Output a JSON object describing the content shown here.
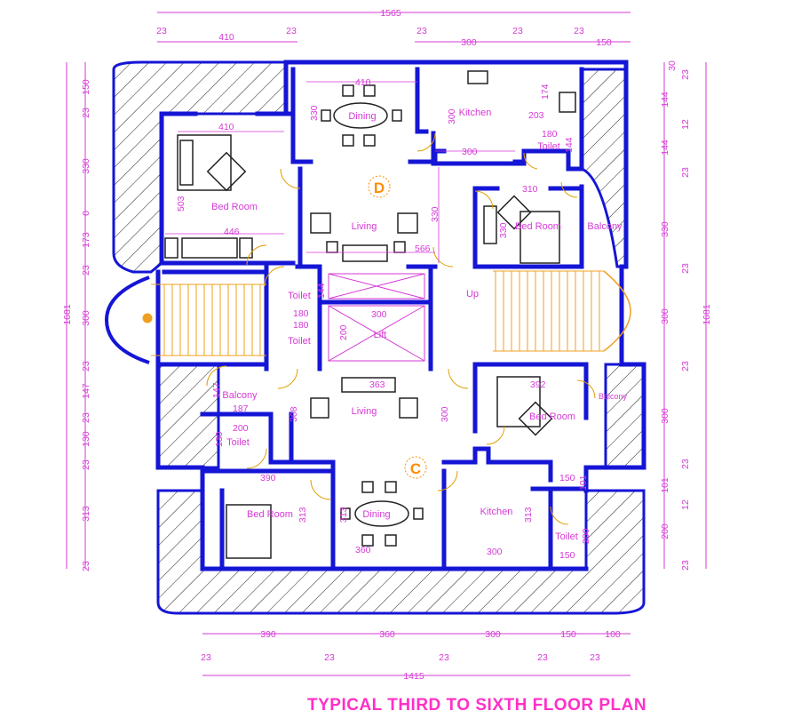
{
  "title": "TYPICAL THIRD TO SIXTH FLOOR PLAN",
  "colors": {
    "wall": "#1515d6",
    "dimension": "#d63ad6",
    "label": "#d63ad6",
    "title": "#ff2fc8",
    "unit_marker": "#ff8c00",
    "hatch": "#222222",
    "stair": "#f0a020"
  },
  "units": {
    "upper": "D",
    "lower": "C"
  },
  "rooms": {
    "dining_upper": "Dining",
    "kitchen_upper": "Kitchen",
    "bedroom_upper_left": "Bed Room",
    "living_upper": "Living",
    "toilet_upper_right": "Toilet",
    "bedroom_upper_right": "Bed Room",
    "balcony_upper_right": "Balcony",
    "toilet_core_1": "Toilet",
    "toilet_core_2": "Toilet",
    "lift": "Lift",
    "up": "Up",
    "balcony_lower_left": "Balcony",
    "living_lower": "Living",
    "bedroom_lower_right": "Bed Room",
    "balcony_lower_right": "Balcony",
    "toilet_lower_left": "Toilet",
    "bedroom_lower_left": "Bed Room",
    "dining_lower": "Dining",
    "kitchen_lower": "Kitchen",
    "toilet_lower_right": "Toilet"
  },
  "outer_dims": {
    "top_total": "1565",
    "top_segments": [
      "23",
      "410",
      "23",
      "23",
      "300",
      "23",
      "23",
      "150"
    ],
    "bottom_segments": [
      "390",
      "360",
      "300",
      "150",
      "100"
    ],
    "bottom_walls": [
      "23",
      "23",
      "23",
      "23",
      "23"
    ],
    "bottom_total": "1415",
    "left_total": "1681",
    "left_segments": [
      "150",
      "23",
      "330",
      "0",
      "173",
      "23",
      "300",
      "23",
      "147",
      "23",
      "130",
      "23",
      "313",
      "23"
    ],
    "right_total": "1681",
    "right_segments": [
      "30",
      "23",
      "144",
      "12",
      "144",
      "23",
      "330",
      "23",
      "300",
      "23",
      "300",
      "23",
      "101",
      "12",
      "200",
      "23"
    ]
  },
  "inner_dims": {
    "dining_upper_w": "410",
    "dining_upper_h": "330",
    "kitchen_upper_h": "300",
    "kitchen_upper_w": "300",
    "kitchen_upper_174": "174",
    "kitchen_upper_203": "203",
    "toilet_upper_w": "180",
    "toilet_upper_h": "144",
    "bedroom_upper_left_w": "410",
    "bedroom_upper_left_h": "503",
    "bedroom_upper_left_446": "446",
    "living_upper_566": "566",
    "living_upper_330": "330",
    "bedroom_upper_right_w": "310",
    "bedroom_upper_right_h": "330",
    "core_180a": "180",
    "core_180b": "180",
    "core_144": "144",
    "core_200": "200",
    "lift_300": "300",
    "balcony_lower_left_147": "147",
    "balcony_lower_left_187": "187",
    "living_lower_363": "363",
    "living_lower_300": "300",
    "living_lower_308": "308",
    "bedroom_lower_right_392": "392",
    "toilet_lower_left_200": "200",
    "toilet_lower_left_130": "130",
    "bedroom_lower_left_390": "390",
    "bedroom_lower_left_313": "313",
    "dining_lower_313": "313",
    "dining_lower_360": "360",
    "kitchen_lower_300": "300",
    "kitchen_lower_313": "313",
    "toilet_lower_right_150a": "150",
    "toilet_lower_right_150b": "150",
    "toilet_lower_right_200": "200",
    "toilet_lower_right_101": "101"
  }
}
